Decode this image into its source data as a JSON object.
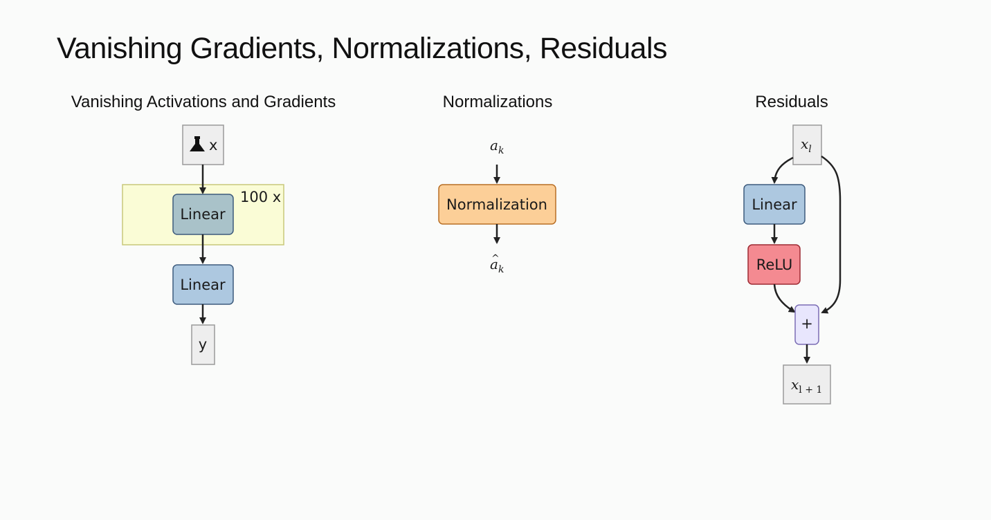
{
  "slide": {
    "title": "Vanishing Gradients, Normalizations, Residuals"
  },
  "sections": {
    "vanishing": {
      "title": "Vanishing Activations and Gradients",
      "input_label": "x",
      "input_icon": "flask-icon",
      "repeat_label": "100 x",
      "repeated_layer_label": "Linear",
      "final_layer_label": "Linear",
      "output_label": "y"
    },
    "normalizations": {
      "title": "Normalizations",
      "input_var": "a",
      "input_sub": "k",
      "block_label": "Normalization",
      "output_var": "a",
      "output_hat": "^",
      "output_sub": "k"
    },
    "residuals": {
      "title": "Residuals",
      "input_var": "x",
      "input_sub": "l",
      "linear_label": "Linear",
      "relu_label": "ReLU",
      "add_label": "+",
      "output_var": "x",
      "output_sub": "l + 1"
    }
  },
  "colors": {
    "linear_fill": "#adc8e0",
    "linear_stroke": "#3c5a7c",
    "linear_shaded_fill": "#a9c2c9",
    "repeat_fill": "#fafcd6",
    "repeat_stroke": "#c8c87a",
    "norm_fill": "#fccf98",
    "norm_stroke": "#b86e24",
    "relu_fill": "#f48a91",
    "relu_stroke": "#9c2a33",
    "add_fill": "#e8e6fd",
    "add_stroke": "#7a6cb4",
    "io_fill": "#eeeeee",
    "io_stroke": "#9a9a9a",
    "arrow": "#222222"
  }
}
